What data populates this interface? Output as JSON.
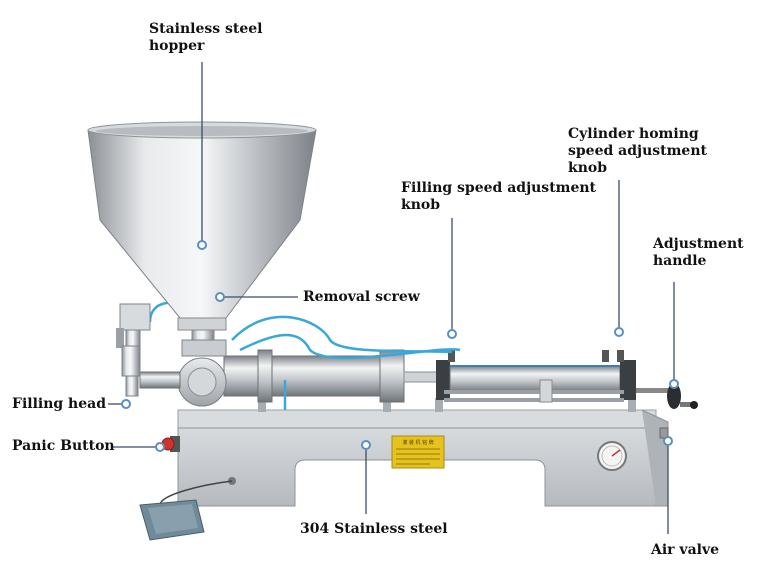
{
  "labels": {
    "hopper": "Stainless steel\nhopper",
    "cylinder_homing": "Cylinder homing\nspeed adjustment\nknob",
    "filling_speed": "Filling speed adjustment\nknob",
    "adjustment_handle": "Adjustment\nhandle",
    "removal_screw": "Removal screw",
    "filling_head": "Filling head",
    "panic_button": "Panic Button",
    "stainless_304": "304 Stainless steel",
    "air_valve": "Air valve"
  },
  "plate": {
    "title": "灌 装 机 铭 牌"
  },
  "colors": {
    "callout_line": "#3a4e6a",
    "callout_dot": "#5a8fc4",
    "steel": "#c9ccd0",
    "panic_button": "#d0332b",
    "air_hose": "#3aa7d9",
    "plate": "#e6c21f"
  }
}
